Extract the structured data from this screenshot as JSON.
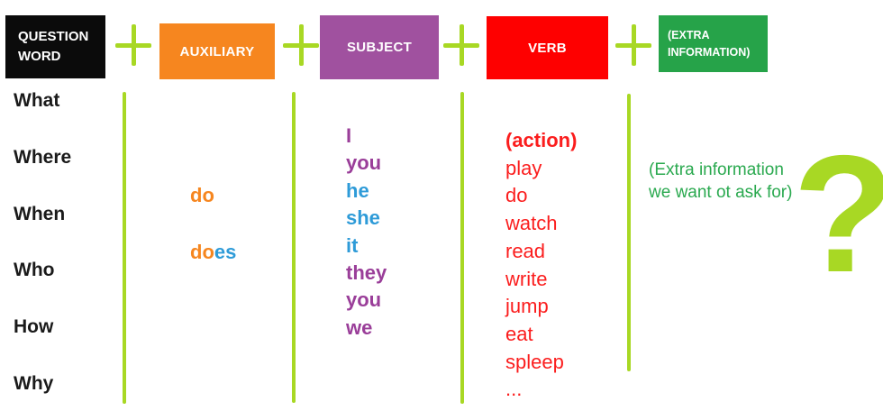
{
  "palette": {
    "lime": "#a8d824",
    "orange": "#f6861f",
    "blue": "#2e9bd8",
    "purple": "#9a3e99",
    "red_text": "#fb1d1d",
    "green_text": "#2aa94f",
    "black_box": "#0b0b0b",
    "purple_box": "#a0519f",
    "red_box": "#fe0000",
    "green_box": "#26a349"
  },
  "formula": {
    "question_word_label": "QUESTION WORD",
    "auxiliary_label": "AUXILIARY",
    "subject_label": "SUBJECT",
    "verb_label": "VERB",
    "extra_label": "(EXTRA INFORMATION)",
    "plus": "+"
  },
  "question_words": [
    "What",
    "Where",
    "When",
    "Who",
    "How",
    "Why"
  ],
  "auxiliary": [
    {
      "parts": [
        {
          "text": "do",
          "color": "orange"
        }
      ]
    },
    {
      "parts": [
        {
          "text": "do",
          "color": "orange"
        },
        {
          "text": "es",
          "color": "blue"
        }
      ]
    }
  ],
  "subjects": [
    {
      "text": "I",
      "color": "purple"
    },
    {
      "text": "you",
      "color": "purple"
    },
    {
      "text": "he",
      "color": "blue"
    },
    {
      "text": "she",
      "color": "blue"
    },
    {
      "text": "it",
      "color": "blue"
    },
    {
      "text": "they",
      "color": "purple"
    },
    {
      "text": "you",
      "color": "purple"
    },
    {
      "text": "we",
      "color": "purple"
    }
  ],
  "verbs": [
    {
      "text": "(action)",
      "bold": true
    },
    {
      "text": "play"
    },
    {
      "text": "do"
    },
    {
      "text": "watch"
    },
    {
      "text": "read"
    },
    {
      "text": "write"
    },
    {
      "text": "jump"
    },
    {
      "text": "eat"
    },
    {
      "text": "spleep"
    },
    {
      "text": "..."
    }
  ],
  "extra_info_lines": [
    "(Extra information",
    "we want ot ask for)"
  ],
  "question_mark": "?"
}
